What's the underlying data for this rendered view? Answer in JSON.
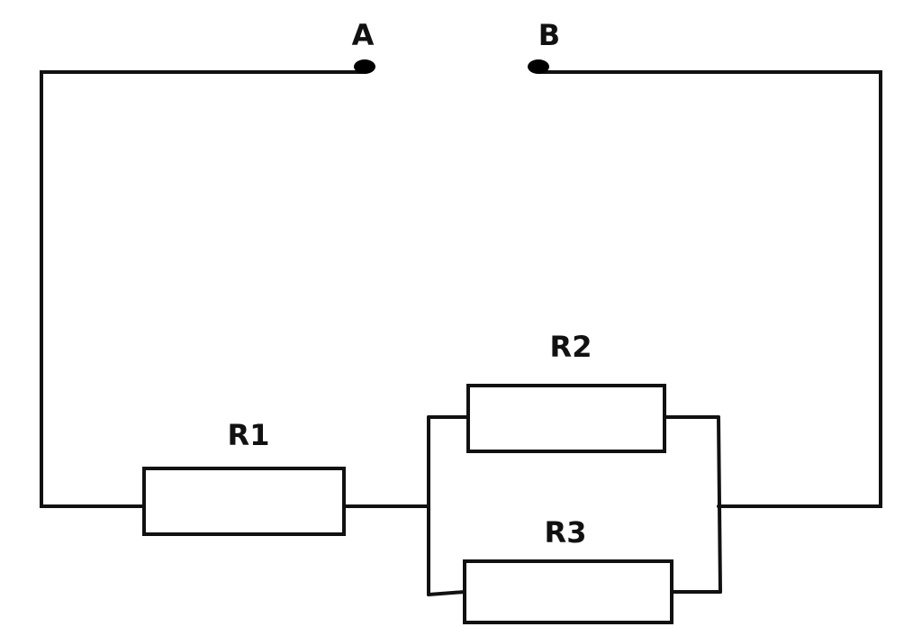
{
  "terminals": {
    "a": "A",
    "b": "B"
  },
  "resistors": {
    "r1": "R1",
    "r2": "R2",
    "r3": "R3"
  },
  "colors": {
    "line": "#111111",
    "background": "#ffffff"
  }
}
